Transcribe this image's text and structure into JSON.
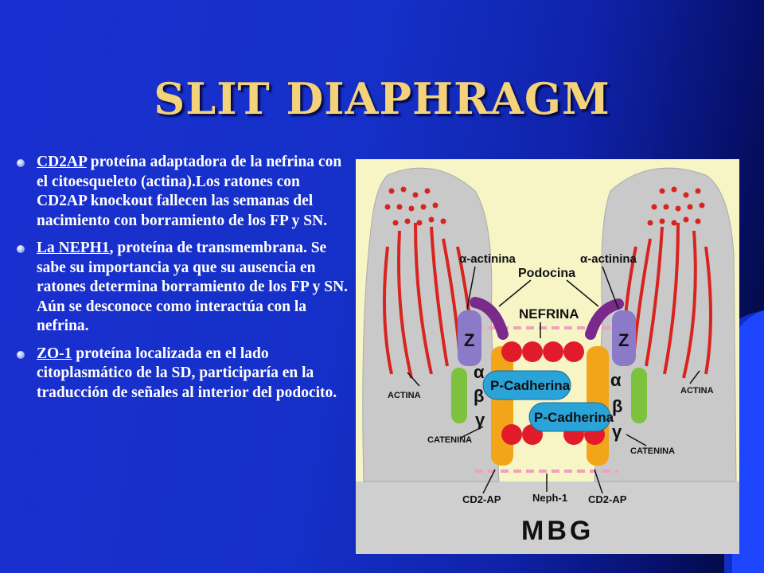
{
  "slide": {
    "title": "SLIT DIAPHRAGM",
    "bullets": [
      {
        "term": "CD2AP",
        "text": " proteína adaptadora de la nefrina con el citoesqueleto (actina).Los ratones con CD2AP knockout fallecen  las semanas del nacimiento con borramiento de los FP y SN."
      },
      {
        "term": "La NEPH1",
        "text": ", proteína de transmembrana. Se sabe su importancia ya que su ausencia en ratones determina borramiento de los FP y SN. Aún se desconoce como interactúa con la nefrina."
      },
      {
        "term": "ZO-1",
        "text": " proteína localizada en el lado citoplasmático de la SD, participaría en la traducción de señales al interior del podocito."
      }
    ]
  },
  "figure": {
    "labels": {
      "alpha_actinin_left": "α-actinina",
      "alpha_actinin_right": "α-actinina",
      "podocina": "Podocina",
      "nefrina": "NEFRINA",
      "z_left": "Z",
      "z_right": "Z",
      "alpha": "α",
      "beta": "β",
      "gamma": "γ",
      "actina_left": "ACTINA",
      "actina_right": "ACTINA",
      "p_cadherina_1": "P-Cadherina",
      "p_cadherina_2": "P-Cadherina",
      "catenina_left": "CATENINA",
      "catenina_right": "CATENINA",
      "cd2ap_left": "CD2-AP",
      "cd2ap_right": "CD2-AP",
      "neph1": "Neph-1",
      "mbg": "MBG"
    },
    "colors": {
      "background": "#f7f4c6",
      "cell": "#c8c8c8",
      "actin": "#d9231f",
      "cadherin": "#2aa3d8",
      "nephrin_ball": "#e21b2b"
    }
  }
}
